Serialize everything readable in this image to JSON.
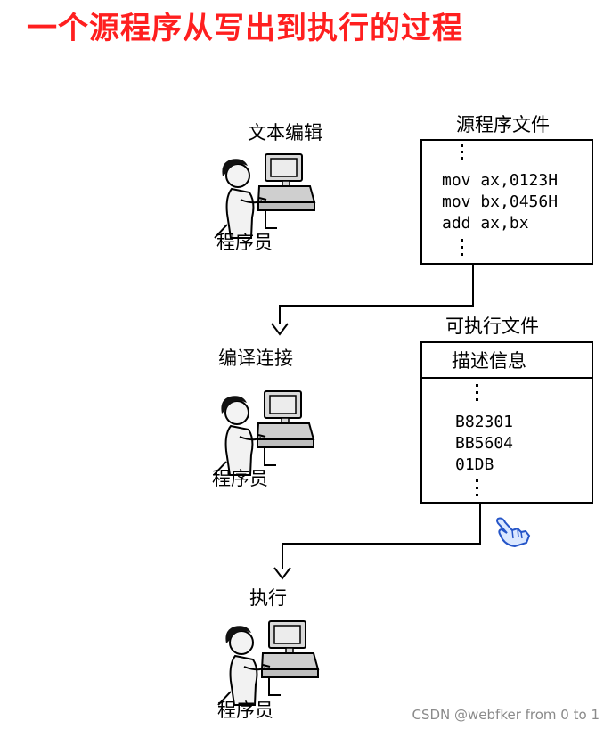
{
  "title": "一个源程序从写出到执行的过程",
  "stages": [
    {
      "caption": "文本编辑",
      "person_label": "程序员",
      "icon": "programmer-at-computer-icon"
    },
    {
      "caption": "编译连接",
      "person_label": "程序员",
      "icon": "programmer-at-computer-icon"
    },
    {
      "caption": "执行",
      "person_label": "程序员",
      "icon": "programmer-at-computer-icon"
    }
  ],
  "source_file": {
    "title": "源程序文件",
    "lines": [
      "mov ax,0123H",
      "mov bx,0456H",
      "add ax,bx"
    ]
  },
  "executable_file": {
    "title": "可执行文件",
    "header": "描述信息",
    "lines": [
      "B82301",
      "BB5604",
      "01DB"
    ]
  },
  "watermark": "CSDN @webfker from 0 to 1",
  "colors": {
    "title": "#ff1f1f",
    "watermark": "#8a8a8a"
  },
  "cursor_icon": "pointing-hand-cursor-icon"
}
